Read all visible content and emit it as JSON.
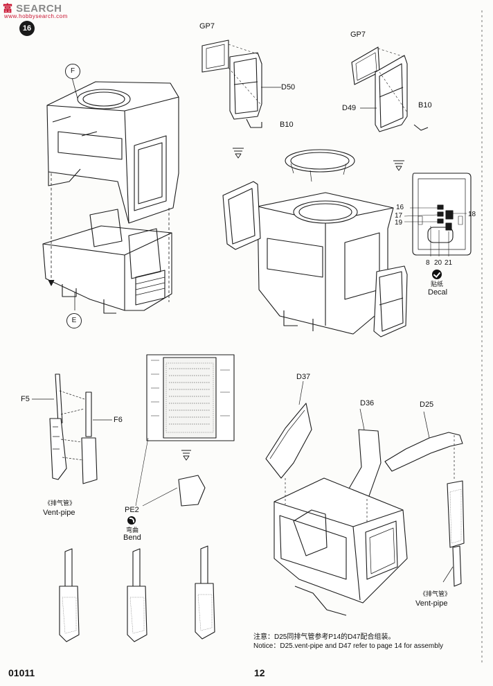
{
  "watermark": {
    "brand_cn": "富",
    "brand_en": "SEARCH",
    "site": "www.hobbysearch.com"
  },
  "step_number": "16",
  "markers": {
    "top_callout": "F",
    "bottom_callout": "E"
  },
  "parts": {
    "gp7_a": "GP7",
    "d50": "D50",
    "b10_a": "B10",
    "gp7_b": "GP7",
    "d49": "D49",
    "b10_b": "B10",
    "d37": "D37",
    "d36": "D36",
    "d25": "D25",
    "f5": "F5",
    "f6": "F6",
    "pe2": "PE2"
  },
  "decal_numbers": {
    "n16": "16",
    "n17": "17",
    "n18": "18",
    "n19": "19",
    "n8": "8",
    "n20": "20",
    "n21": "21"
  },
  "captions": {
    "decal_cn": "贴纸",
    "decal_en": "Decal",
    "vent_cn_1": "《排气管》",
    "vent_en_1": "Vent-pipe",
    "bend_cn": "弯曲",
    "bend_en": "Bend",
    "vent_cn_2": "《排气管》",
    "vent_en_2": "Vent-pipe"
  },
  "notice": {
    "cn": "注意：D25同排气管参考P14的D47配合组装。",
    "en": "Notice：D25.vent-pipe and D47 refer to page 14 for assembly"
  },
  "footer": {
    "catalog": "01011",
    "page": "12"
  },
  "colors": {
    "ink": "#1a1a1a",
    "paper": "#fcfcfa",
    "watermark_red": "#c8102e"
  }
}
